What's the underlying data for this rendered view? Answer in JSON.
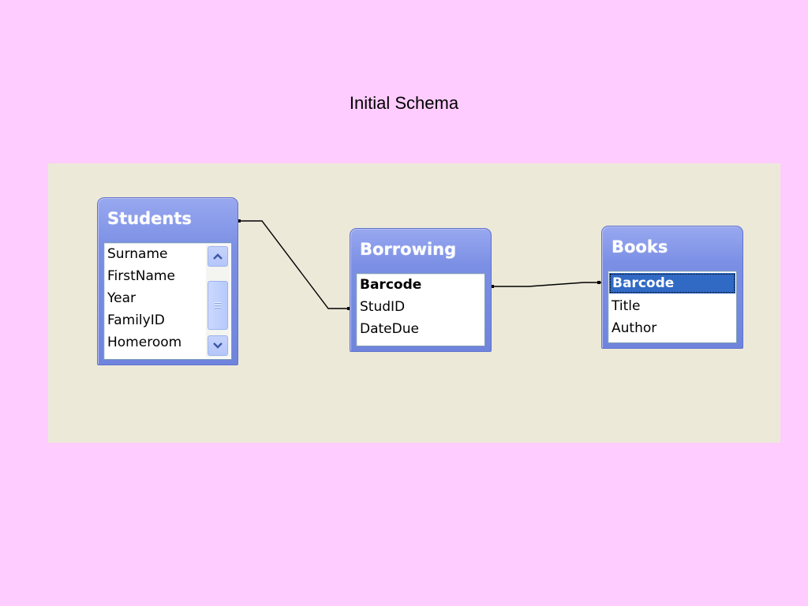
{
  "slide": {
    "title": "Initial Schema"
  },
  "tables": {
    "students": {
      "title": "Students",
      "fields": [
        "Surname",
        "FirstName",
        "Year",
        "FamilyID",
        "Homeroom"
      ]
    },
    "borrowing": {
      "title": "Borrowing",
      "fields": [
        "Barcode",
        "StudID",
        "DateDue"
      ],
      "key_field": "Barcode"
    },
    "books": {
      "title": "Books",
      "fields": [
        "Barcode",
        "Title",
        "Author"
      ],
      "selected_field": "Barcode"
    }
  },
  "relationships": [
    {
      "from": "Students",
      "to": "Borrowing.StudID"
    },
    {
      "from": "Borrowing.Barcode",
      "to": "Books.Barcode"
    }
  ],
  "colors": {
    "background": "#ffccff",
    "canvas": "#ece9d8",
    "title_bar": "#7b8fe4",
    "selection": "#316ac5"
  },
  "icons": {
    "scroll_up": "chevron-up-icon",
    "scroll_down": "chevron-down-icon",
    "scroll_thumb_grip": "grip-icon"
  }
}
